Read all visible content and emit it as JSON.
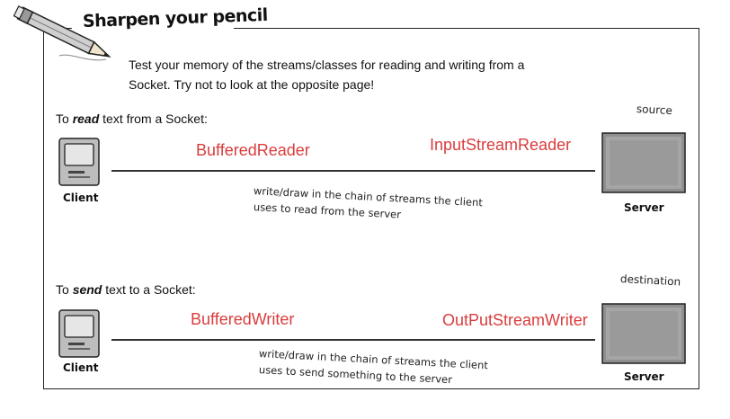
{
  "title": "Sharpen your pencil",
  "intro": {
    "line1": "Test your memory of the streams/classes for reading and writing from a",
    "line2": "Socket. Try not to look at the opposite page!"
  },
  "read_section": {
    "label_prefix": "To ",
    "label_em": "read",
    "label_suffix": " text from a Socket:",
    "side_label": "source",
    "client_label": "Client",
    "server_label": "Server",
    "answer_left": "BufferedReader",
    "answer_right": "InputStreamReader",
    "hint_line1": "write/draw in the chain of streams the client",
    "hint_line2": "uses to read from the server"
  },
  "send_section": {
    "label_prefix": "To ",
    "label_em": "send",
    "label_suffix": " text to a Socket:",
    "side_label": "destination",
    "client_label": "Client",
    "server_label": "Server",
    "answer_left": "BufferedWriter",
    "answer_right": "OutPutStreamWriter",
    "hint_line1": "write/draw in the chain of streams the client",
    "hint_line2": "uses to send something to the server"
  },
  "colors": {
    "answer": "#d93d3d",
    "frame": "#222222"
  },
  "icons": [
    "pencil-icon",
    "client-computer-icon",
    "server-icon"
  ]
}
